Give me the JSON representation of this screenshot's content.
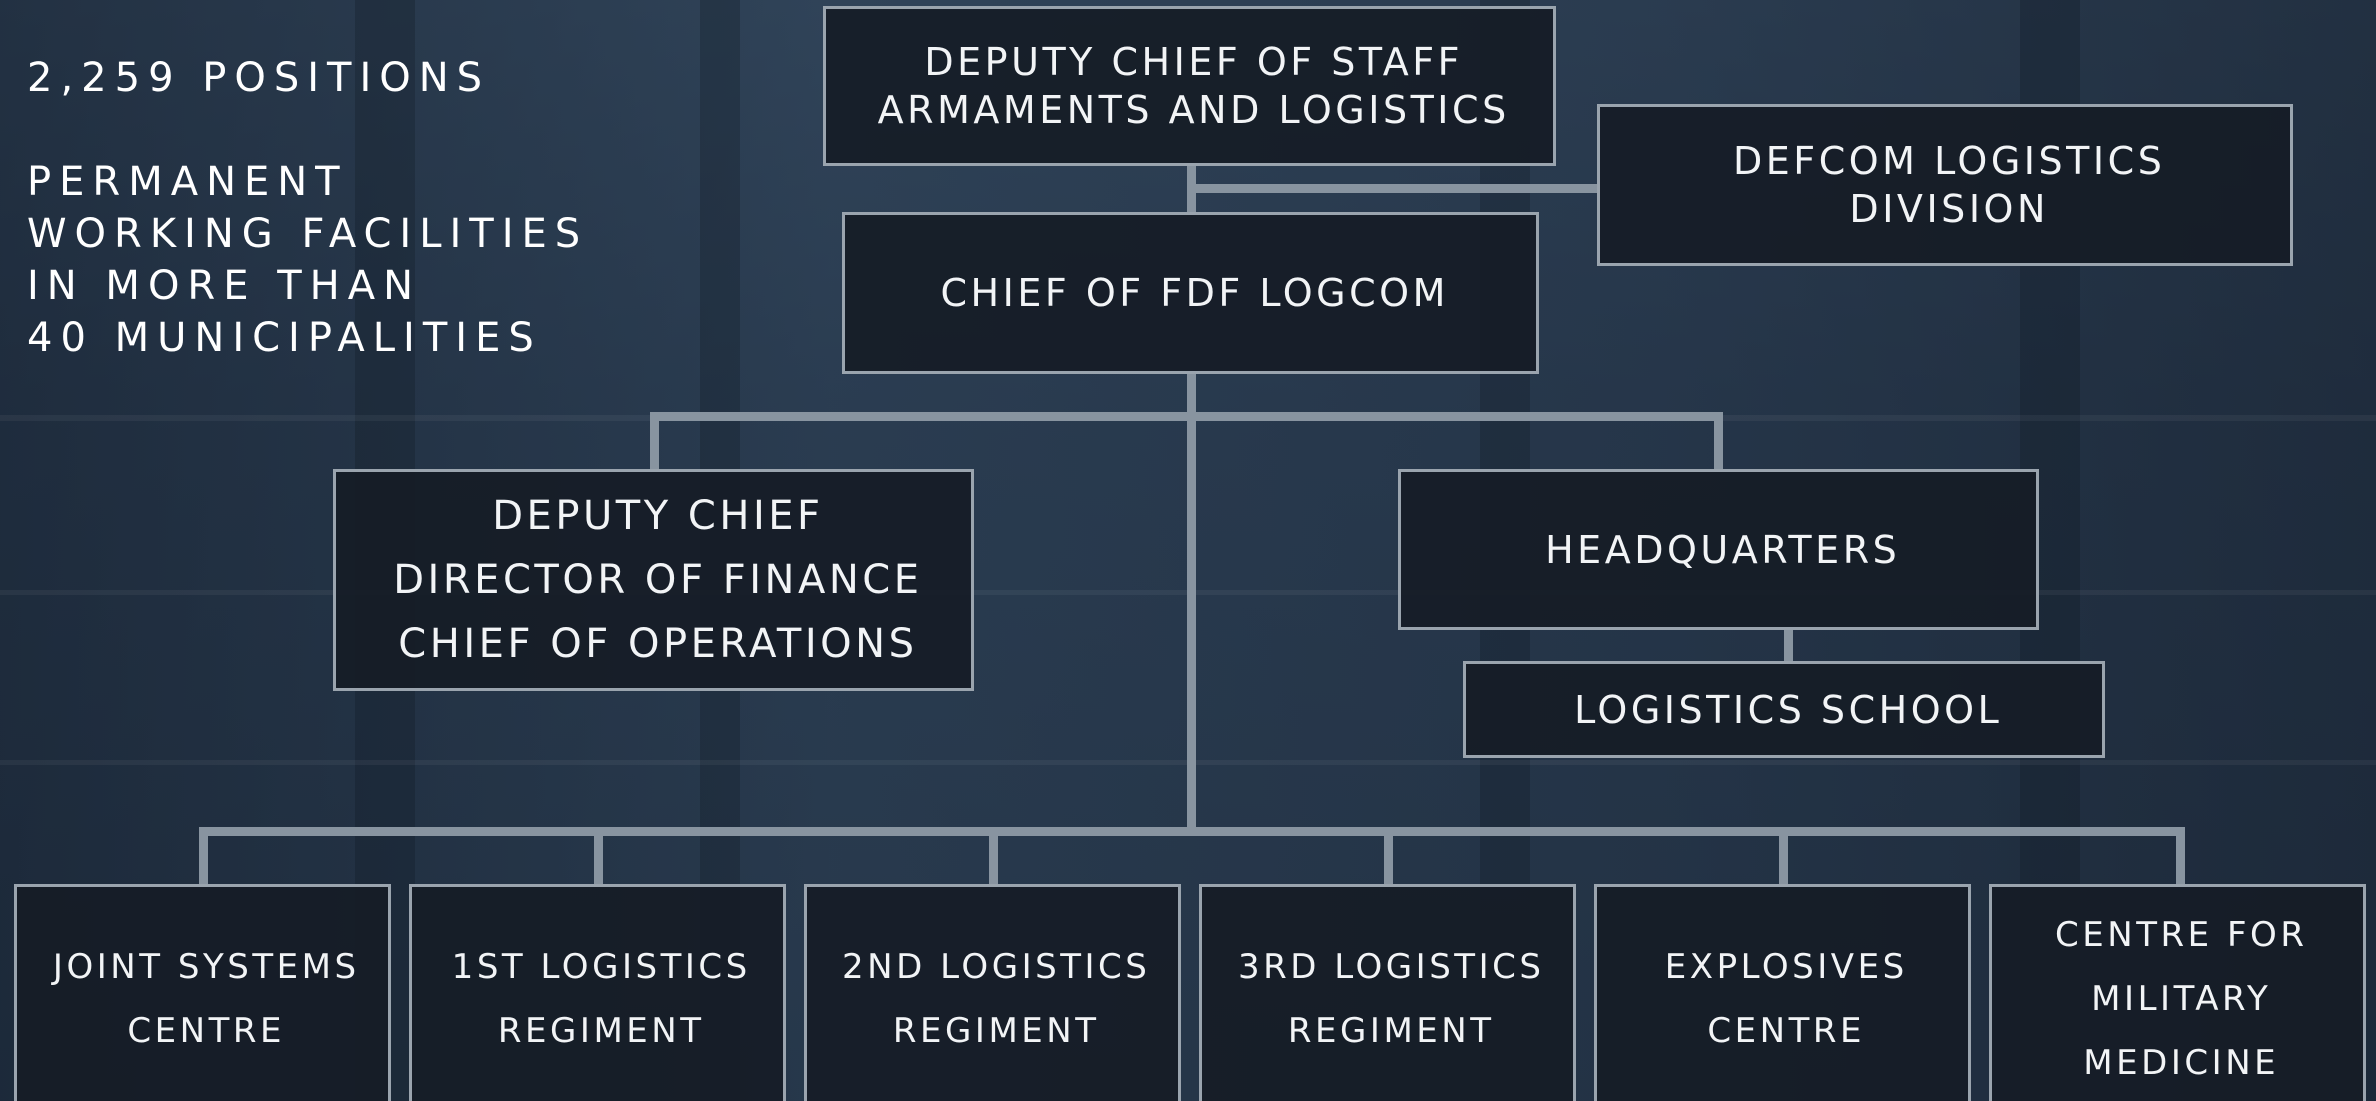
{
  "side_panel": {
    "positions": "2,259 POSITIONS",
    "facilities_lines": [
      "PERMANENT",
      "WORKING FACILITIES",
      "IN MORE THAN",
      "40 MUNICIPALITIES"
    ]
  },
  "org_chart": {
    "top": {
      "lines": [
        "DEPUTY CHIEF OF STAFF",
        "ARMAMENTS AND LOGISTICS"
      ]
    },
    "defcom": {
      "lines": [
        "DEFCOM LOGISTICS",
        "DIVISION"
      ]
    },
    "chief": {
      "lines": [
        "CHIEF OF FDF LOGCOM"
      ]
    },
    "deputy": {
      "lines": [
        "DEPUTY CHIEF",
        "DIRECTOR OF FINANCE",
        "CHIEF OF OPERATIONS"
      ]
    },
    "headquarters": {
      "lines": [
        "HEADQUARTERS"
      ]
    },
    "school": {
      "lines": [
        "LOGISTICS SCHOOL"
      ]
    },
    "units": [
      {
        "lines": [
          "JOINT SYSTEMS",
          "CENTRE"
        ]
      },
      {
        "lines": [
          "1ST LOGISTICS",
          "REGIMENT"
        ]
      },
      {
        "lines": [
          "2ND LOGISTICS",
          "REGIMENT"
        ]
      },
      {
        "lines": [
          "3RD LOGISTICS",
          "REGIMENT"
        ]
      },
      {
        "lines": [
          "EXPLOSIVES",
          "CENTRE"
        ]
      },
      {
        "lines": [
          "CENTRE FOR",
          "MILITARY",
          "MEDICINE"
        ]
      }
    ]
  },
  "colors": {
    "box_fill": "#161c26",
    "box_border": "#9aa4ae",
    "connector": "#8894a0",
    "text": "#f2f4f6"
  }
}
